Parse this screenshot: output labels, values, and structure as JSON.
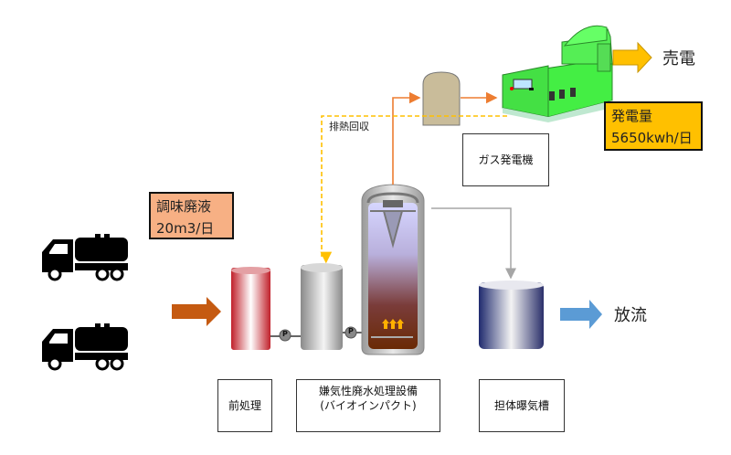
{
  "input": {
    "title": "調味廃液",
    "amount": "20m3/日",
    "fill_color": "#f7b084"
  },
  "output_power": {
    "title": "発電量",
    "amount": "5650kwh/日",
    "fill_color": "#ffc000"
  },
  "labels": {
    "heat_recovery": "排熱回収",
    "sell_power": "売電",
    "discharge": "放流",
    "gas_generator": "ガス発電機",
    "pretreatment": "前処理",
    "anaerobic_line1": "嫌気性廃水処理設備",
    "anaerobic_line2": "(バイオインパクト)",
    "aeration_tank": "担体曝気槽",
    "pump": "P"
  },
  "colors": {
    "inflow_arrow": "#c55a11",
    "gas_line": "#ed7d31",
    "heat_line": "#ffc000",
    "sell_arrow": "#ffc000",
    "discharge_arrow": "#5b9bd5",
    "effluent_line": "#a6a6a6",
    "generator": "#33dd33"
  }
}
